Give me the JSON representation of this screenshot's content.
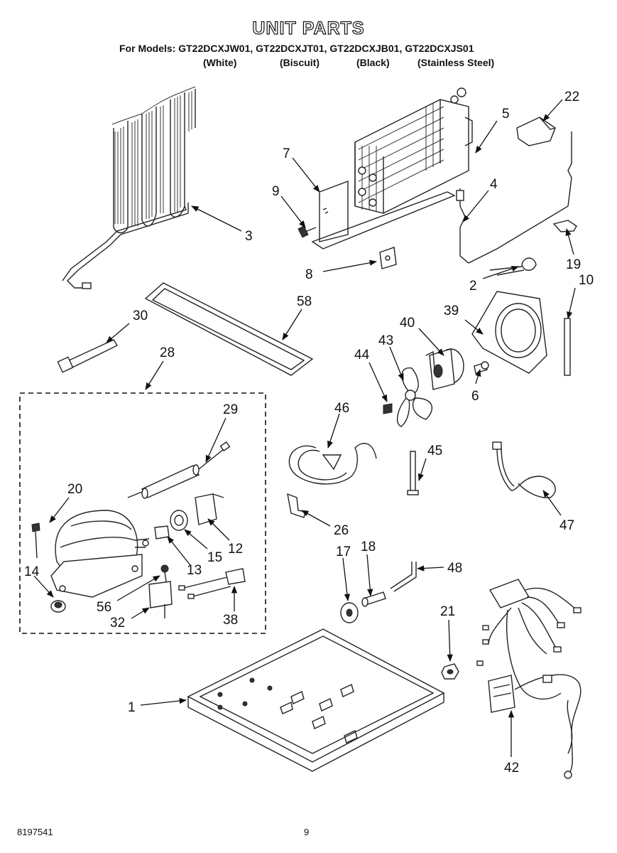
{
  "header": {
    "title": "UNIT PARTS",
    "models_line": "For Models: GT22DCXJW01, GT22DCXJT01, GT22DCXJB01, GT22DCXJS01",
    "colors": [
      "(White)",
      "(Biscuit)",
      "(Black)",
      "(Stainless Steel)"
    ]
  },
  "footer": {
    "doc_number": "8197541",
    "page_number": "9"
  },
  "callouts": {
    "p1": "1",
    "p2": "2",
    "p3": "3",
    "p4": "4",
    "p5": "5",
    "p6": "6",
    "p7": "7",
    "p8": "8",
    "p9": "9",
    "p10": "10",
    "p12": "12",
    "p13": "13",
    "p14": "14",
    "p15": "15",
    "p17": "17",
    "p18": "18",
    "p19": "19",
    "p20": "20",
    "p21": "21",
    "p22": "22",
    "p26": "26",
    "p28": "28",
    "p29": "29",
    "p30": "30",
    "p32": "32",
    "p38": "38",
    "p39": "39",
    "p40": "40",
    "p42": "42",
    "p43": "43",
    "p44": "44",
    "p45": "45",
    "p46": "46",
    "p47": "47",
    "p48": "48",
    "p56": "56",
    "p58": "58"
  }
}
